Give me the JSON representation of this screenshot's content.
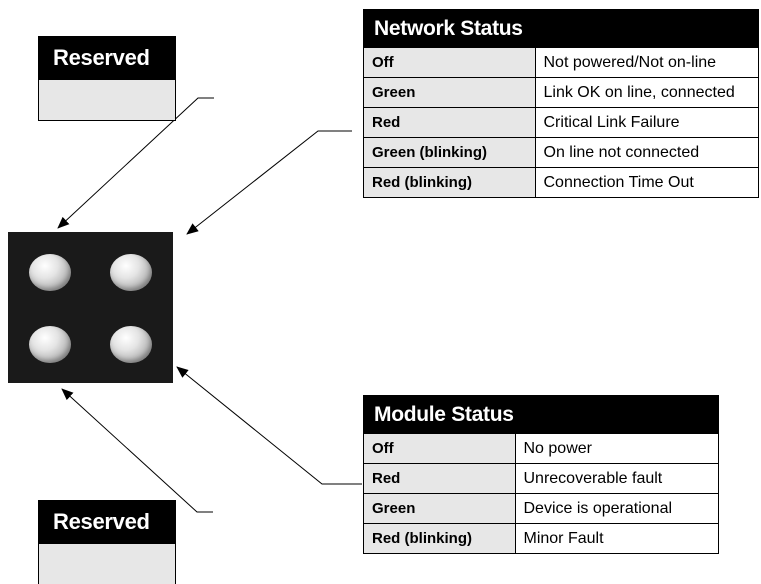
{
  "reserved_top": {
    "label": "Reserved"
  },
  "reserved_bottom": {
    "label": "Reserved"
  },
  "network_status": {
    "title": "Network Status",
    "rows": [
      {
        "state": "Off",
        "description": "Not powered/Not on-line"
      },
      {
        "state": "Green",
        "description": "Link OK on line, connected"
      },
      {
        "state": "Red",
        "description": "Critical Link Failure"
      },
      {
        "state": "Green (blinking)",
        "description": "On line not connected"
      },
      {
        "state": "Red (blinking)",
        "description": "Connection Time Out"
      }
    ]
  },
  "module_status": {
    "title": "Module Status",
    "rows": [
      {
        "state": "Off",
        "description": "No power"
      },
      {
        "state": "Red",
        "description": "Unrecoverable fault"
      },
      {
        "state": "Green",
        "description": "Device is operational"
      },
      {
        "state": "Red (blinking)",
        "description": "Minor Fault"
      }
    ]
  },
  "colors": {
    "header_bg": "#000000",
    "cell_bg": "#e7e7e7",
    "panel_bg": "#1a1a1a",
    "led": "#d9d9d9"
  }
}
